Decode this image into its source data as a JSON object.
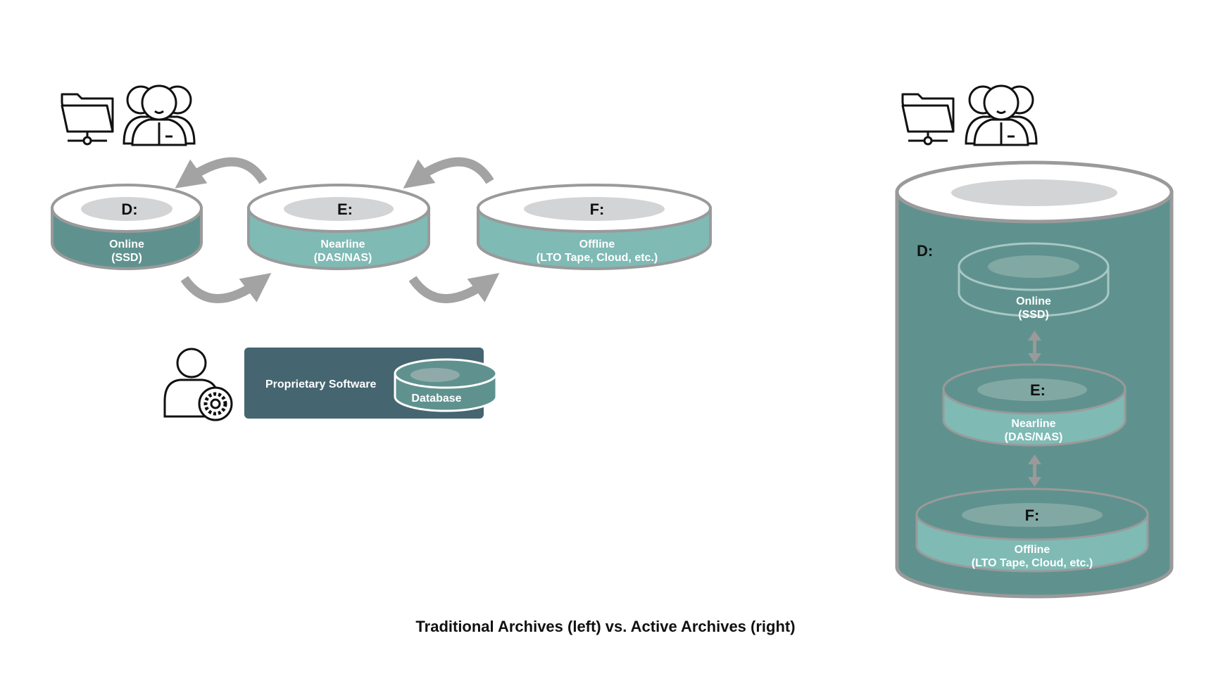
{
  "caption": "Traditional Archives (left) vs. Active Archives (right)",
  "colors": {
    "teal_dark": "#5f928e",
    "teal_light": "#7fbab5",
    "slate": "#456570",
    "disk_top": "#ffffff",
    "disk_inner": "#d3d4d5",
    "arrow_gray": "#a3a3a3",
    "outline": "#9a9a9a"
  },
  "icons": {
    "left_folder": "network-folder-icon",
    "left_users": "user-group-icon",
    "admin": "admin-user-gear-icon",
    "right_folder": "network-folder-icon",
    "right_users": "user-group-icon"
  },
  "traditional": {
    "drives": [
      {
        "letter": "D:",
        "line1": "Online",
        "line2": "(SSD)"
      },
      {
        "letter": "E:",
        "line1": "Nearline",
        "line2": "(DAS/NAS)"
      },
      {
        "letter": "F:",
        "line1": "Offline",
        "line2": "(LTO Tape, Cloud, etc.)"
      }
    ],
    "software_label": "Proprietary Software",
    "database_label": "Database"
  },
  "active": {
    "outer_letter": "D:",
    "tiers": [
      {
        "letter": "",
        "line1": "Online",
        "line2": "(SSD)"
      },
      {
        "letter": "E:",
        "line1": "Nearline",
        "line2": "(DAS/NAS)"
      },
      {
        "letter": "F:",
        "line1": "Offline",
        "line2": "(LTO Tape, Cloud, etc.)"
      }
    ]
  }
}
